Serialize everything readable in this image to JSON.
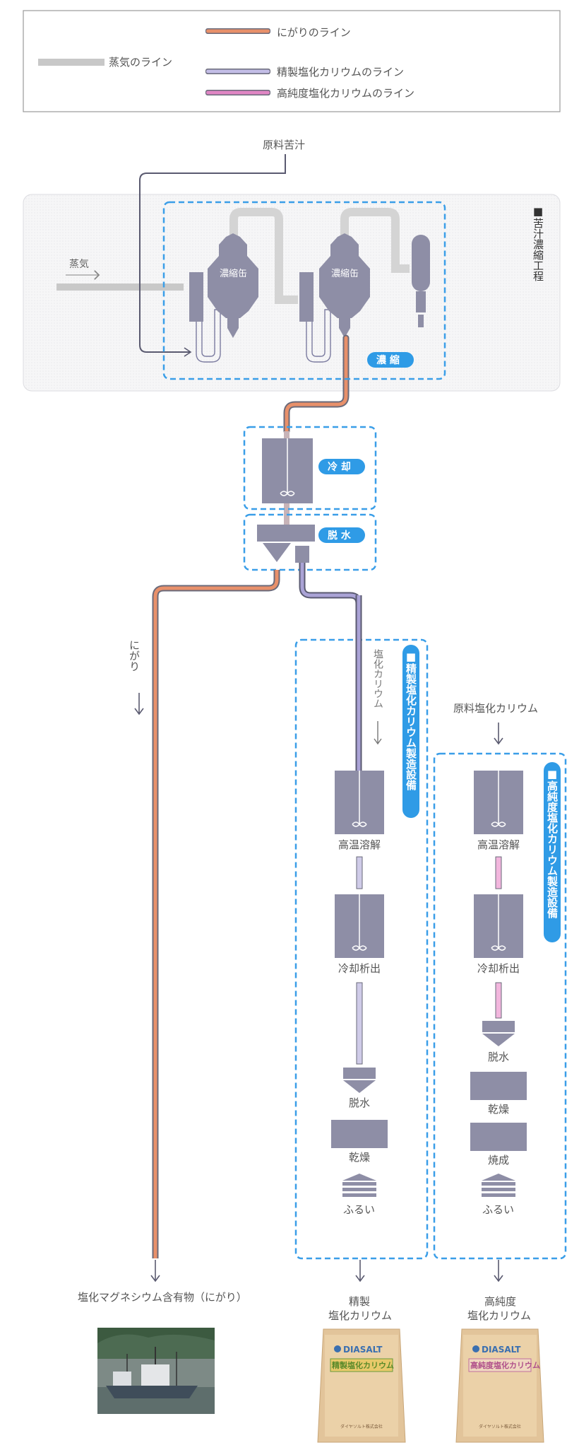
{
  "legend": {
    "steam_line": "蒸気のライン",
    "nigari_line": "にがりのライン",
    "refined_kcl_line": "精製塩化カリウムのライン",
    "high_purity_kcl_line": "高純度塩化カリウムのライン"
  },
  "colors": {
    "steam": "#c8c8c8",
    "nigari": "#e8906a",
    "refined": "#aaa3d6",
    "high_purity": "#e086c4",
    "equipment": "#8e8ea6",
    "dashed_box": "#3a9ee8",
    "badge": "#2f9be6",
    "pipe": "#5a5a70"
  },
  "process": {
    "raw_bittern": "原料苦汁",
    "steam": "蒸気",
    "evaporator1": "濃縮缶",
    "evaporator2": "濃縮缶",
    "concentration_badge": "濃 縮",
    "bittern_section": "■苦汁濃縮工程",
    "cooling_badge": "冷 却",
    "dehydration_badge": "脱 水"
  },
  "nigari_branch": {
    "label": "にがり",
    "product": "塩化マグネシウム含有物（にがり）"
  },
  "refined_section": {
    "title": "■精製塩化カリウム製造設備",
    "flow_label": "塩化カリウム",
    "steps": [
      "高温溶解",
      "冷却析出",
      "脱水",
      "乾燥",
      "ふるい"
    ],
    "product_line1": "精製",
    "product_line2": "塩化カリウム",
    "bag_brand": "DIASALT",
    "bag_name": "精製塩化カリウム",
    "bag_maker": "ダイヤソルト株式会社"
  },
  "high_purity_section": {
    "title": "■高純度塩化カリウム製造設備",
    "raw": "原料塩化カリウム",
    "steps": [
      "高温溶解",
      "冷却析出",
      "脱水",
      "乾燥",
      "焼成",
      "ふるい"
    ],
    "product_line1": "高純度",
    "product_line2": "塩化カリウム",
    "bag_brand": "DIASALT",
    "bag_name": "高純度塩化カリウム",
    "bag_maker": "ダイヤソルト株式会社"
  }
}
